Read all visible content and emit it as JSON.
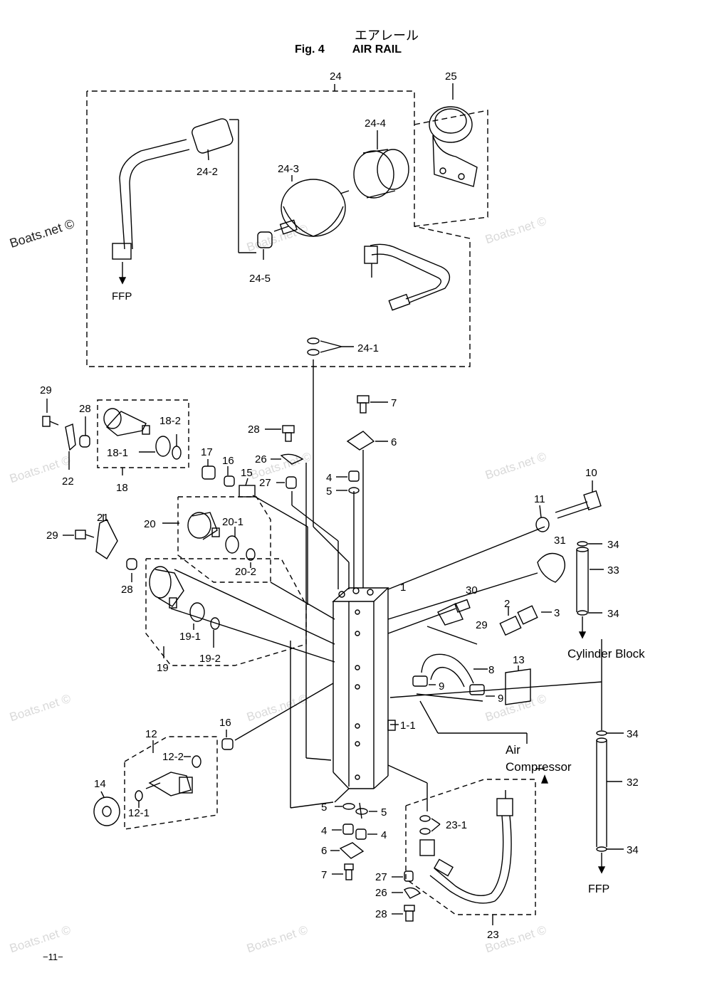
{
  "header": {
    "title_jp": "エアレール",
    "fig_label": "Fig. 4",
    "title_en": "AIR RAIL"
  },
  "page_number": "−11−",
  "watermark": "Boats.net ©",
  "callouts": {
    "c24": "24",
    "c25": "25",
    "c24_4": "24-4",
    "c24_2": "24-2",
    "c24_3": "24-3",
    "c24_5": "24-5",
    "c24_1": "24-1",
    "ffp_top": "FFP",
    "c29a": "29",
    "c28a": "28",
    "c18_2": "18-2",
    "c18_1": "18-1",
    "c22": "22",
    "c18": "18",
    "c17": "17",
    "c16a": "16",
    "c15": "15",
    "c28b": "28",
    "c26a": "26",
    "c27a": "27",
    "c7a": "7",
    "c6a": "6",
    "c4a": "4",
    "c5a": "5",
    "c10": "10",
    "c11": "11",
    "c34a": "34",
    "c33": "33",
    "c34b": "34",
    "cylinder_block": "Cylinder Block",
    "c21": "21",
    "c29b": "29",
    "c28c": "28",
    "c20": "20",
    "c20_1": "20-1",
    "c20_2": "20-2",
    "c1": "1",
    "c31": "31",
    "c30": "30",
    "c2": "2",
    "c3": "3",
    "c29c": "29",
    "c19_1": "19-1",
    "c19_2": "19-2",
    "c19": "19",
    "c13": "13",
    "c8": "8",
    "c9a": "9",
    "c9b": "9",
    "c1_1": "1-1",
    "c16b": "16",
    "c12": "12",
    "c12_2": "12-2",
    "c14": "14",
    "c12_1": "12-1",
    "air_compressor_1": "Air",
    "air_compressor_2": "Compressor",
    "c34c": "34",
    "c32": "32",
    "c34d": "34",
    "ffp_bottom": "FFP",
    "c5b": "5",
    "c5c": "5",
    "c4b": "4",
    "c4c": "4",
    "c6b": "6",
    "c7b": "7",
    "c23_1": "23-1",
    "c27b": "27",
    "c26b": "26",
    "c28d": "28",
    "c23": "23"
  }
}
